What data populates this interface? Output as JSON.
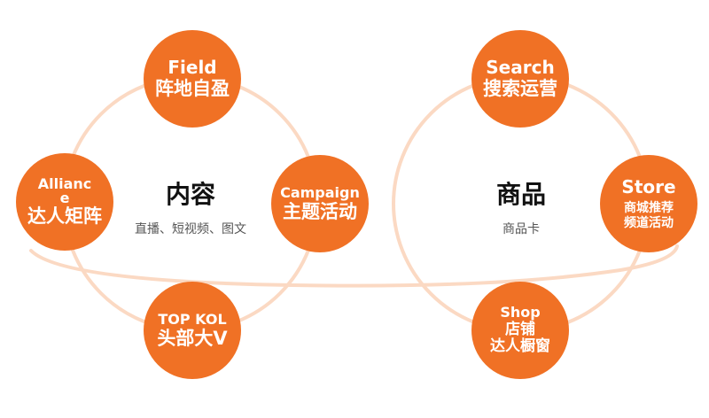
{
  "colors": {
    "accent": "#f07125",
    "ring": "#fbd9c3"
  },
  "left_group": {
    "title": "内容",
    "subtitle": "直播、短视频、图文",
    "nodes": [
      {
        "en": "Field",
        "zh": "阵地自盈"
      },
      {
        "en": "Allianc e",
        "zh": "达人矩阵"
      },
      {
        "en": "Campaign",
        "zh": "主题活动"
      },
      {
        "en": "TOP KOL",
        "zh": "头部大V"
      }
    ]
  },
  "right_group": {
    "title": "商品",
    "subtitle": "商品卡",
    "nodes": [
      {
        "en": "Search",
        "zh": "搜索运营"
      },
      {
        "en": "Store",
        "zh1": "商城推荐",
        "zh2": "频道活动"
      },
      {
        "en": "Shop",
        "zh1": "店铺",
        "zh2": "达人橱窗"
      }
    ]
  }
}
